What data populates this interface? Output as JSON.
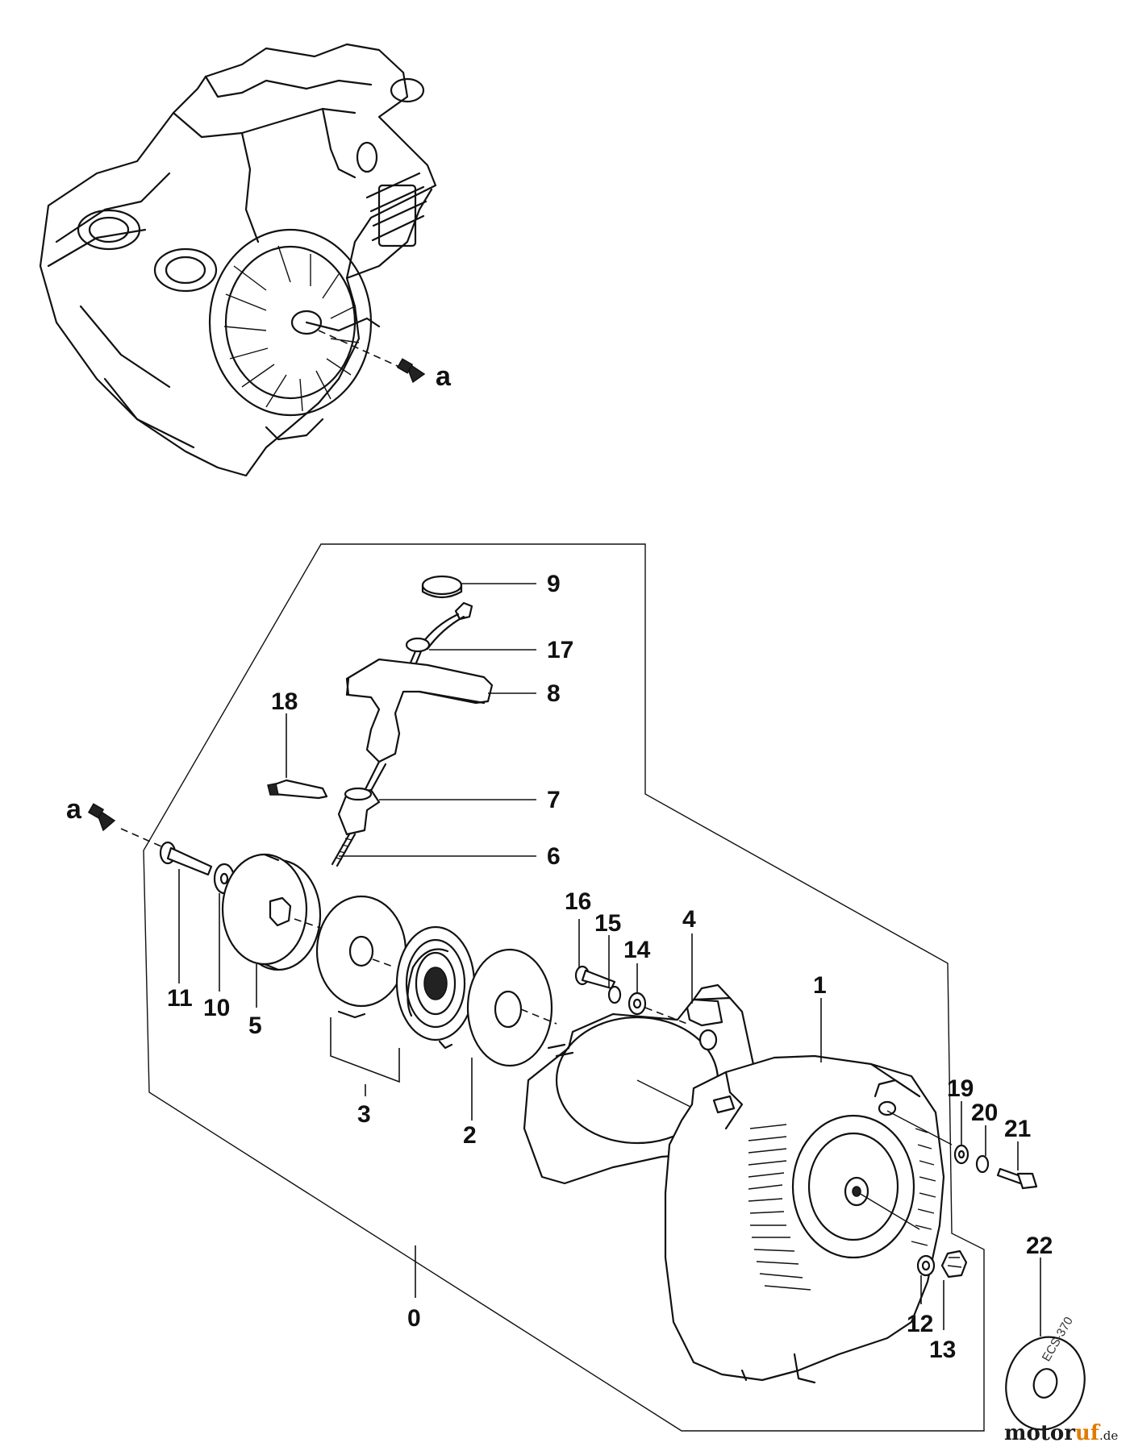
{
  "diagram": {
    "arrow_marker": "a",
    "callouts": [
      "0",
      "1",
      "2",
      "3",
      "4",
      "5",
      "6",
      "7",
      "8",
      "9",
      "10",
      "11",
      "12",
      "13",
      "14",
      "15",
      "16",
      "17",
      "18",
      "19",
      "20",
      "21",
      "22"
    ],
    "decal_text": "ECS-370"
  },
  "watermark": {
    "brand_main": "motor",
    "brand_accent": "uf",
    "tld": ".de"
  }
}
